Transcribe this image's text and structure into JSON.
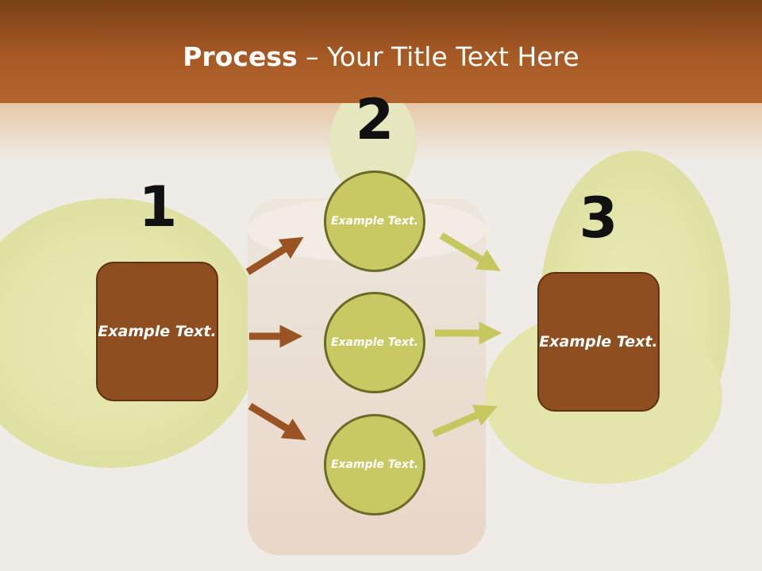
{
  "title": {
    "bold": "Process",
    "rest": " – Your Title Text Here"
  },
  "steps": [
    {
      "number": "1",
      "text": "Example Text."
    },
    {
      "number": "2",
      "items": [
        {
          "text": "Example Text."
        },
        {
          "text": "Example Text."
        },
        {
          "text": "Example Text."
        }
      ]
    },
    {
      "number": "3",
      "text": "Example Text."
    }
  ],
  "colors": {
    "header": "#a7561e",
    "box": "#8e4e1f",
    "circle": "#c9c964",
    "arrow_left": "#9a5424",
    "arrow_right": "#c7c760"
  }
}
